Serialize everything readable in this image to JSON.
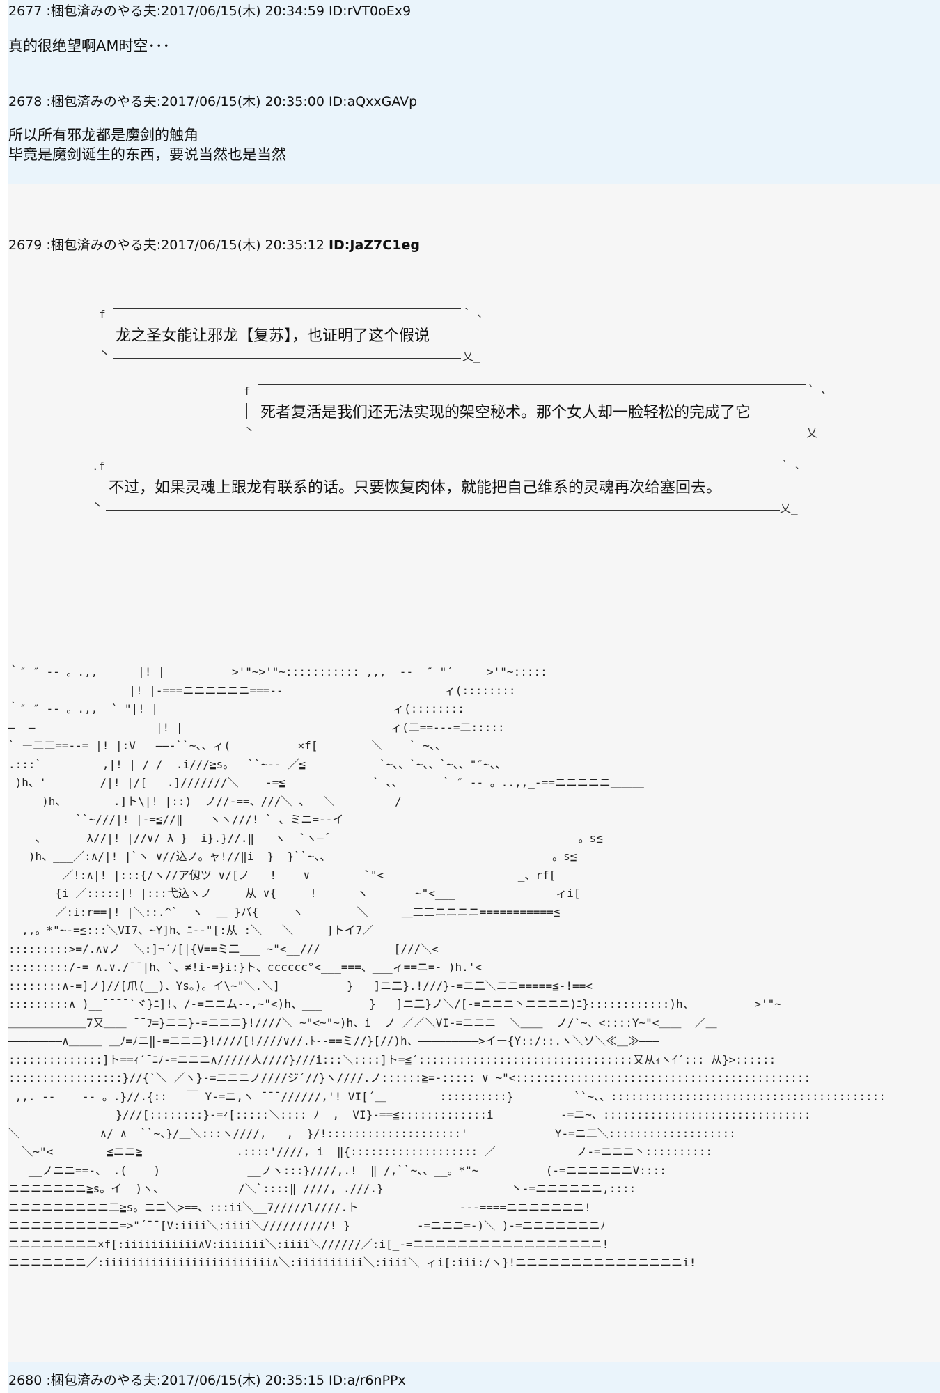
{
  "posts": [
    {
      "header": "2677 :梱包済みのやる夫:2017/06/15(木) 20:34:59 ID:rVT0oEx9",
      "lines": [
        "真的很绝望啊AM时空･･･"
      ]
    },
    {
      "header": "2678 :梱包済みのやる夫:2017/06/15(木) 20:35:00 ID:aQxxGAVp",
      "lines": [
        "所以所有邪龙都是魔剑的触角",
        "毕竟是魔剑诞生的东西，要说当然也是当然"
      ]
    },
    {
      "header_prefix": "2679 :梱包済みのやる夫:2017/06/15(木) 20:35:12 ",
      "header_id": "ID:JaZ7C1eg",
      "bubbles": [
        "龙之圣女能让邪龙【复苏】，也证明了这个假说",
        "死者复活是我们还无法实现的架空秘术。那个女人却一脸轻松的完成了它",
        "不过，如果灵魂上跟龙有联系的话。只要恢复肉体，就能把自己维系的灵魂再次给塞回去。"
      ],
      "ascii_art": [
        "｀″ ″ ‐‐ 。.,,_     |! |          >'\"~>'\"~:::::::::::_,,,  ‐‐  ″ \"´     >'\"~:::::",
        "                  |! |‐===ニニニニニニ===‐‐                        ィ(::::::::",
        "｀″ ″ ‐‐ 。.,,_ ` \"|! |                                   ィ(::::::::",
        "―  ―                  |! |                               ィ(二==‐‐‐=二:::::",
        "` ー二二==‐‐= |! |:V   ――‐``~、、ィ(          ×f[        ＼    ` ~、、",
        ".:::`         ,|! | / /  .i///≧s。  ``~‐‐ ／≦           `~、、`~、、`~、、\"″~、、",
        " )h、'        /|! |/[   .]///////＼    ‐=≦             ` 、、      ` ″ ‐‐ 。..,,_‐==ニニニニニ＿＿＿",
        "     )h、       .]ト\\|! |::)  ノ//‐==、///＼ 、  ＼         /",
        "          ``~///|! |‐=≦//‖    ヽヽ///! ` 、ミニ=‐‐イ",
        "    、      λ//|! |//∨/ λ }  i}.}//.‖   ヽ  `ヽ―´                                     。s≦",
        "   )h、___／:∧/|! |`ヽ ∨//込ノ。ャ!//‖i  }  }``~、、                                 。s≦",
        "        ／!:∧|! |:::{/ヽ//ア仭ツ ∨/[ノ   !    ∨        `\"<                    _、rf[",
        "       {i ／:::::|! |:::弋込ヽノ     从 ∨{     !      ヽ       ~\"<___               ィi[",
        "       ／:i:r==|! |＼::.^`  ヽ  ＿ }バ{     ヽ        ＼     ＿二二ニニニニ===========≦",
        "  ,,。*\"~‐=≦:::＼VI7、~Y]h、ﾆ‐‐\"[:从 :＼   ＼     ]トイ7／",
        ":::::::::>=/.∧∨ノ  ＼:]¬´ﾉ[|{V==ミ二___ ~\"<__///           [///＼<",
        ":::::::::/‐= ∧.∨./¯¯|h、`、≠!i‐=}i:}ト、cccccc°<___===、___ィ==ニ=‐ )h.'<",
        "::::::::∧‐=]ノ]//[爪(__)、Ys。)。イ\\~\"＼.＼]          }   ]ニ二}.!///}‐=ニ二＼ニニ=====≦‐!==<",
        ":::::::::∧ )__¯¯¯¯`ヾ}ﾆ]!、/‐=ニニム‐‐,~\"<)h、___       }   ]ニ二}ノ＼/[‐=ニニニ丶ニニニニ)ﾆ}::::::::::::)h、         >'\"~",
        "＿＿＿＿＿＿＿7又＿＿ ¯¯ﾌ=}ニニ}‐=ニニニ}!////＼ ~\"<~\"~)h、i__ノ ／／＼VI‐=ニニニ__＼＿＿__ノ/`~、<::::Y~\"<＿＿__／＿",
        "――――――――∧＿＿＿ ＿ﾉ=ﾉニ‖‐=ニニニ}!////[!////∨//.ﾄ‐‐==ミ//}[//)h、―――――――――>イー{Y::/::.ヽ＼ソ＼≪＿≫―――",
        "::::::::::::::]ト==ｨ´¯ﾆﾉ‐=ニニニ∧/////人////}///i:::＼::::]ト=≦´::::::::::::::::::::::::::::::::又从ｨヽｲ´::: 从}>::::::",
        ":::::::::::::::::}//{`＼_／ヽ}‐=ニニニノ////ジ´//}ヽ////.ノ::::::≧=‐::::: ∨ ~\"<::::::::::::::::::::::::::::::::::::::::::::",
        "_,,. ‐‐    ‐‐ 。.}//.{::   ￣ Y‐=ニ,ヽ ¯¯¯//////,'! VI[´＿        ::::::::::}         ``~、、:::::::::::::::::::::::::::::::::::::::::",
        "                }///[::::::::}‐=ｨ[:::::＼:::: ﾉ  ,  VI}‐==≦:::::::::::::i          ‐=ニ~、:::::::::::::::::::::::::::::::",
        "＼            ∧/ ∧  ``~、}/＿＼:::ヽ////,   ,  }/!::::::::::::::::::::'             Y‐=ニ二＼:::::::::::::::::::",
        "  ＼~\"<        ≦ニニ≧              .::::'////, i  ‖{::::::::::::::::::: ／            ノ‐=ニニニ丶::::::::::",
        "   __ノニニ==‐、 .(    )             __ノヽ:::}////,.!  ‖ /,``~、、__。*\"~          (‐=ニニニニニニV::::",
        "ニニニニニニニ≧s。イ  )ヽ、           /＼`::::‖ ////, .///.}                   丶‐=ニニニニニニ,::::",
        "ニニニニニニニニニ二≧s。ニニ＼>==、:::ii＼__7/////l////.ト               ‐‐‐====ニニニニニニニ!",
        "ニニニニニニニニニニ=>\"´¯¯[V:iiii＼:iiii＼//////////! }          ‐=ニニニ=‐)＼ )‐=ニニニニニニニﾉ",
        "ニニニニニニニニ×f[:iiiiiiiiiii∧V:iiiiiii＼:iiii＼//////／:i[_‐=ニニニニニニニニニニニニニニニニニ!",
        "ニニニニニニニ／:iiiiiiiiiiiiiiiiiiiiiiiii∧＼:iiiiiiiiii＼:iiii＼ ィi[:iii:/ヽ}!ニニニニニニニニニニニニニニニi!"
      ]
    },
    {
      "header": "2680 :梱包済みのやる夫:2017/06/15(木) 20:35:15 ID:a/r6nPPx"
    }
  ]
}
